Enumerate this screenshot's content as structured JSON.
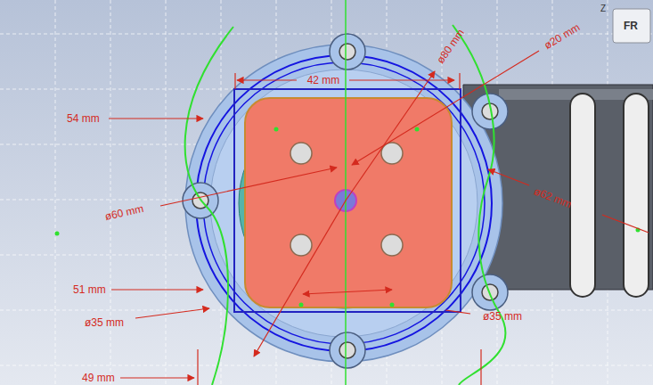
{
  "diagram": {
    "labels": [
      "42 mm",
      "54 mm",
      "ø60 mm",
      "51 mm",
      "ø35 mm",
      "49 mm",
      "ø35 mm",
      "ø62 mm",
      "ø20 mm",
      "ø80 mm",
      "FR",
      "Z"
    ]
  }
}
